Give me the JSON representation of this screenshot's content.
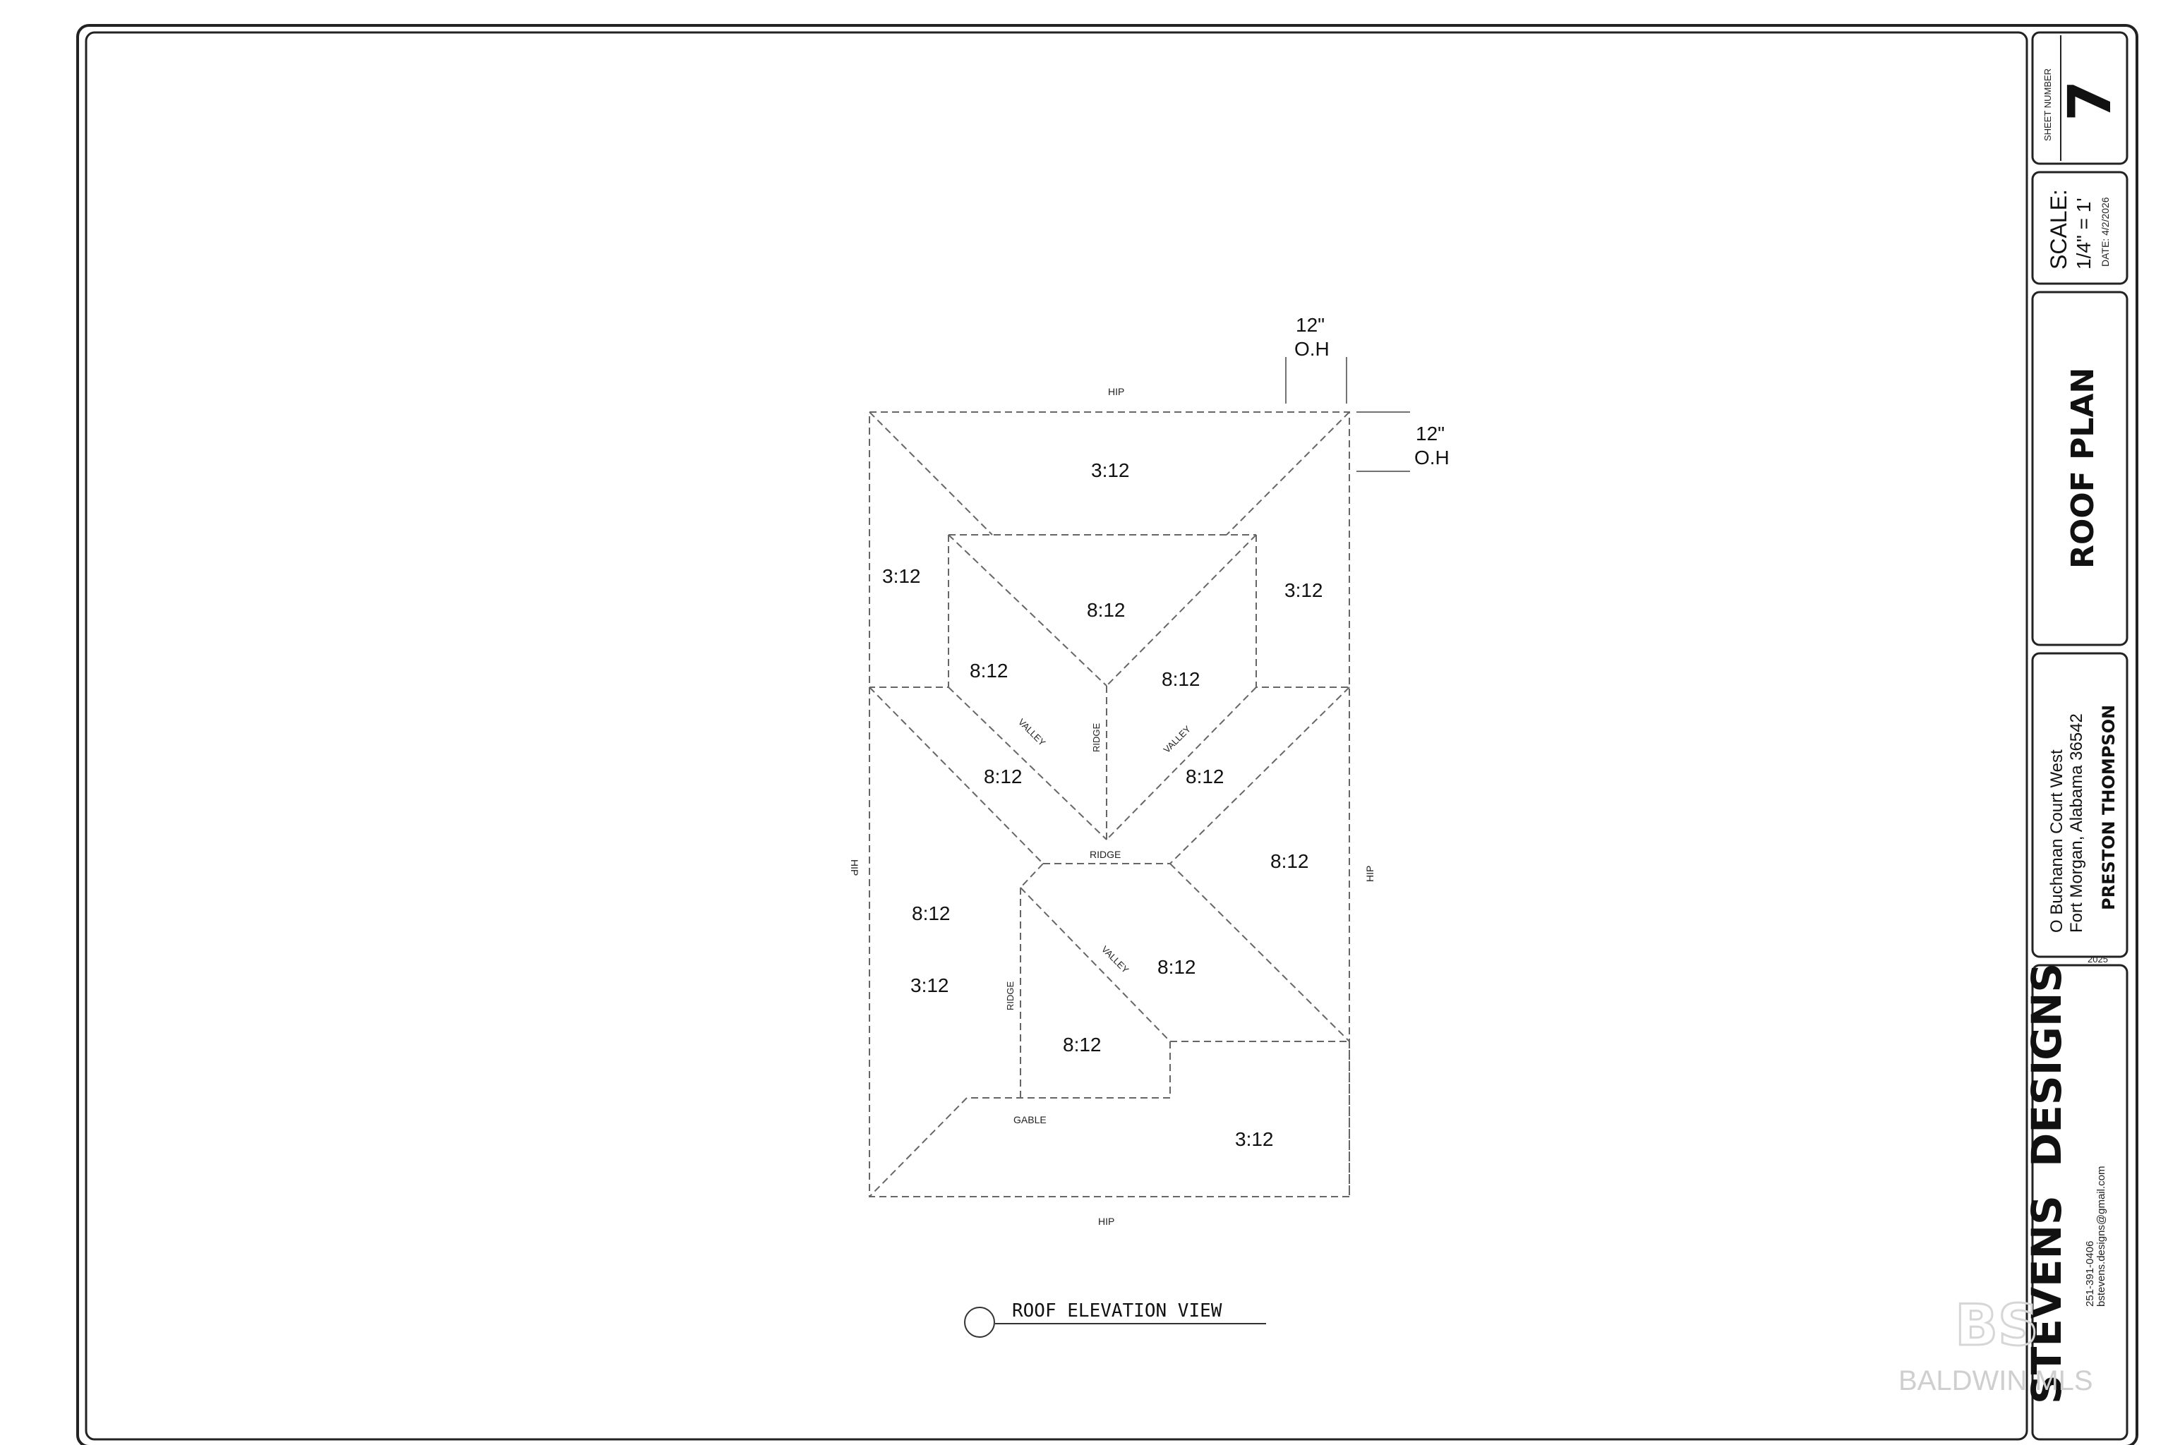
{
  "sheet": {
    "sheet_number_label": "SHEET NUMBER",
    "sheet_number": "7",
    "scale_label": "SCALE:",
    "scale_value": "1/4\" = 1'",
    "date": "DATE: 4/2/2026",
    "title": "ROOF PLAN",
    "address_line1": "O Buchanan Court West",
    "address_line2": "Fort Morgan, Alabama 36542",
    "client": "PRESTON THOMPSON",
    "year": "2025",
    "company": "STEVENS  DESIGNS",
    "phone": "251-391-0406",
    "email": "bstevens.designs@gmail.com",
    "watermark_logo": "BS",
    "watermark_text": "BALDWIN MLS"
  },
  "plan": {
    "overhang_top_line1": "12\"",
    "overhang_top_line2": "O.H",
    "overhang_right_line1": "12\"",
    "overhang_right_line2": "O.H",
    "edge_top": "HIP",
    "edge_bottom": "HIP",
    "edge_left": "HIP",
    "edge_right": "HIP",
    "line_labels": {
      "valley_left": "VALLEY",
      "ridge_center": "RIDGE",
      "valley_right": "VALLEY",
      "ridge_mid": "RIDGE",
      "valley_lower": "VALLEY",
      "ridge_lower": "RIDGE",
      "gable": "GABLE"
    },
    "pitches": {
      "top": "3:12",
      "left_upper": "3:12",
      "right_upper": "3:12",
      "inner_top": "8:12",
      "inner_left": "8:12",
      "inner_right": "8:12",
      "mid_left": "8:12",
      "mid_right": "8:12",
      "right_middle": "8:12",
      "left_middle": "8:12",
      "lower_center": "8:12",
      "left_lower": "3:12",
      "lower_inner": "8:12",
      "bottom_right": "3:12"
    },
    "view_label": "ROOF ELEVATION VIEW"
  }
}
